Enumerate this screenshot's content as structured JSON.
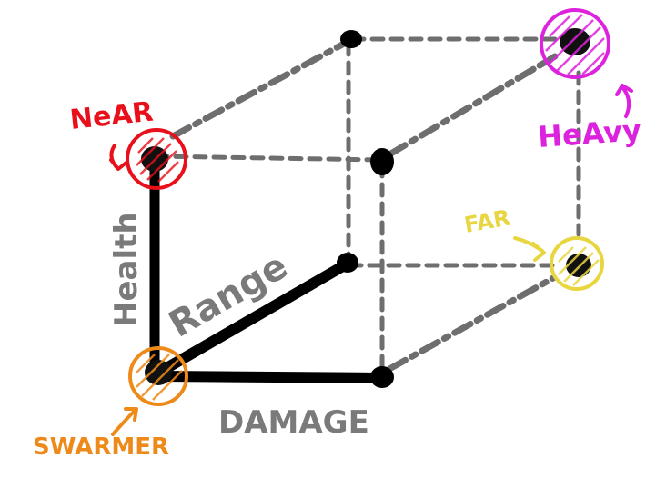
{
  "labels": {
    "near": "NeAR",
    "heavy": "HeAvy",
    "far": "FAR",
    "swarmer": "SWARMER",
    "health": "Health",
    "range": "Range",
    "damage": "DAMAGE"
  },
  "colors": {
    "near": "#e8101a",
    "heavy": "#dd22dd",
    "far": "#e8d640",
    "swarmer": "#ee8a1a",
    "axis_text": "#7a7a7a",
    "edge": "#000000",
    "dashed_edge": "#6e6e6e"
  }
}
